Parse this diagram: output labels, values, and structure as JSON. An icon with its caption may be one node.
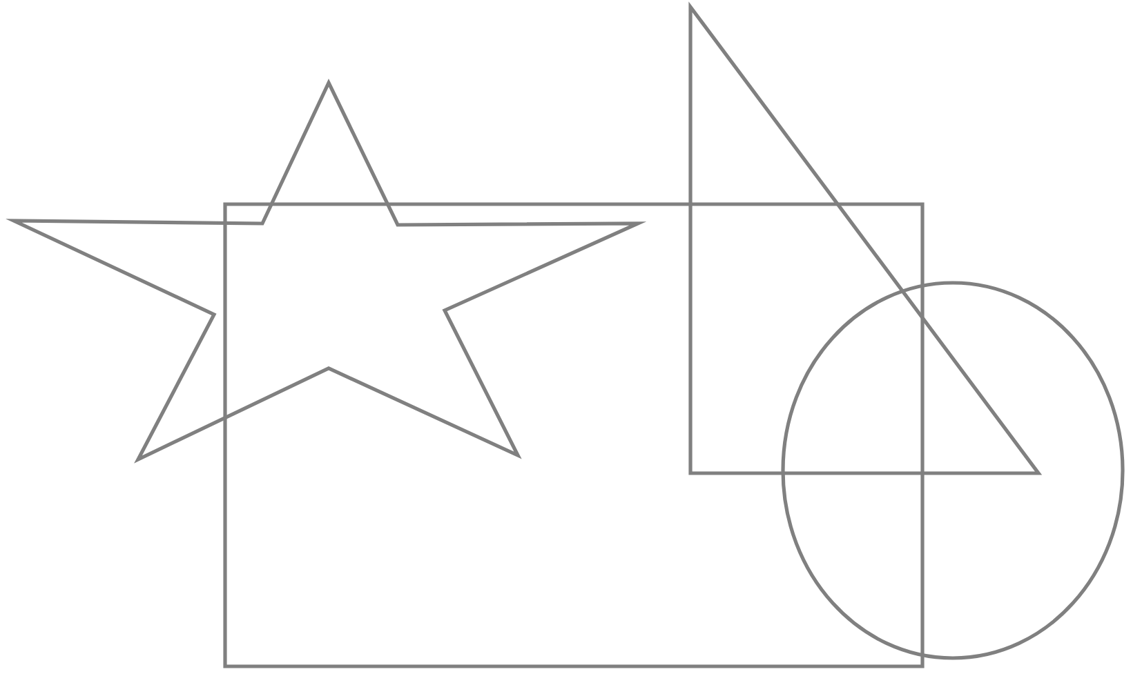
{
  "diagram": {
    "nodes": [
      {
        "text": [],
        "shape": "star"
      },
      {
        "text": [],
        "shape": "box"
      },
      {
        "text": [],
        "shape": "triangle"
      },
      {
        "text": [],
        "shape": "circle"
      }
    ]
  }
}
